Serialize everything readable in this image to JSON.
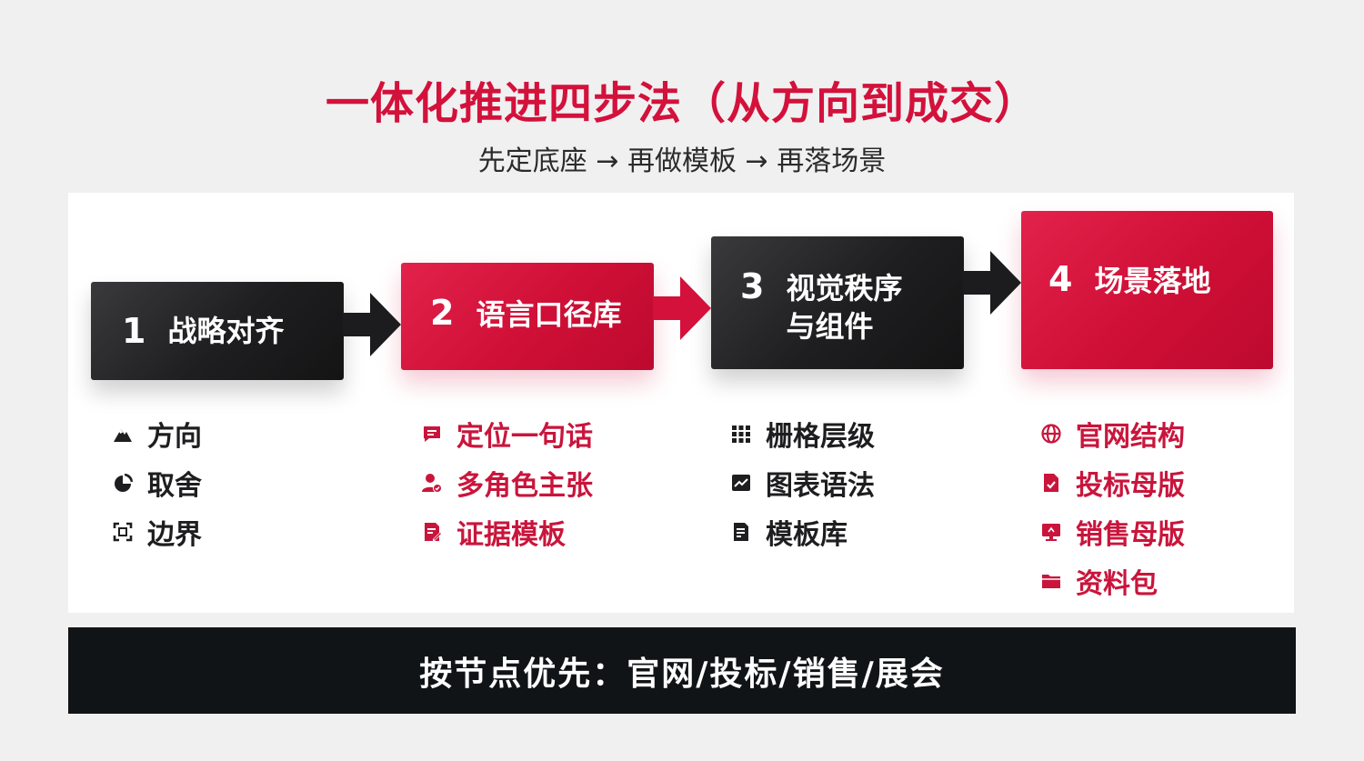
{
  "title": "一体化推进四步法（从方向到成交）",
  "subtitle": "先定底座 → 再做模板 → 再落场景",
  "steps": [
    {
      "num": "1",
      "label": "战略对齐",
      "label2": ""
    },
    {
      "num": "2",
      "label": "语言口径库",
      "label2": ""
    },
    {
      "num": "3",
      "label": "视觉秩序",
      "label2": "与组件"
    },
    {
      "num": "4",
      "label": "场景落地",
      "label2": ""
    }
  ],
  "items": {
    "step1": [
      {
        "icon": "mountain-icon",
        "text": "方向"
      },
      {
        "icon": "pie-chart-icon",
        "text": "取舍"
      },
      {
        "icon": "frame-corners-icon",
        "text": "边界"
      }
    ],
    "step2": [
      {
        "icon": "chat-bubble-icon",
        "text": "定位一句话"
      },
      {
        "icon": "user-check-icon",
        "text": "多角色主张"
      },
      {
        "icon": "document-edit-icon",
        "text": "证据模板"
      }
    ],
    "step3": [
      {
        "icon": "grid-icon",
        "text": "栅格层级"
      },
      {
        "icon": "chart-icon",
        "text": "图表语法"
      },
      {
        "icon": "document-icon",
        "text": "模板库"
      }
    ],
    "step4": [
      {
        "icon": "globe-icon",
        "text": "官网结构"
      },
      {
        "icon": "file-check-icon",
        "text": "投标母版"
      },
      {
        "icon": "monitor-icon",
        "text": "销售母版"
      },
      {
        "icon": "folder-icon",
        "text": "资料包"
      }
    ]
  },
  "banner": "按节点优先：官网/投标/销售/展会",
  "colors": {
    "accent": "#d3113b",
    "dark": "#1e1e20",
    "banner": "#111416"
  }
}
